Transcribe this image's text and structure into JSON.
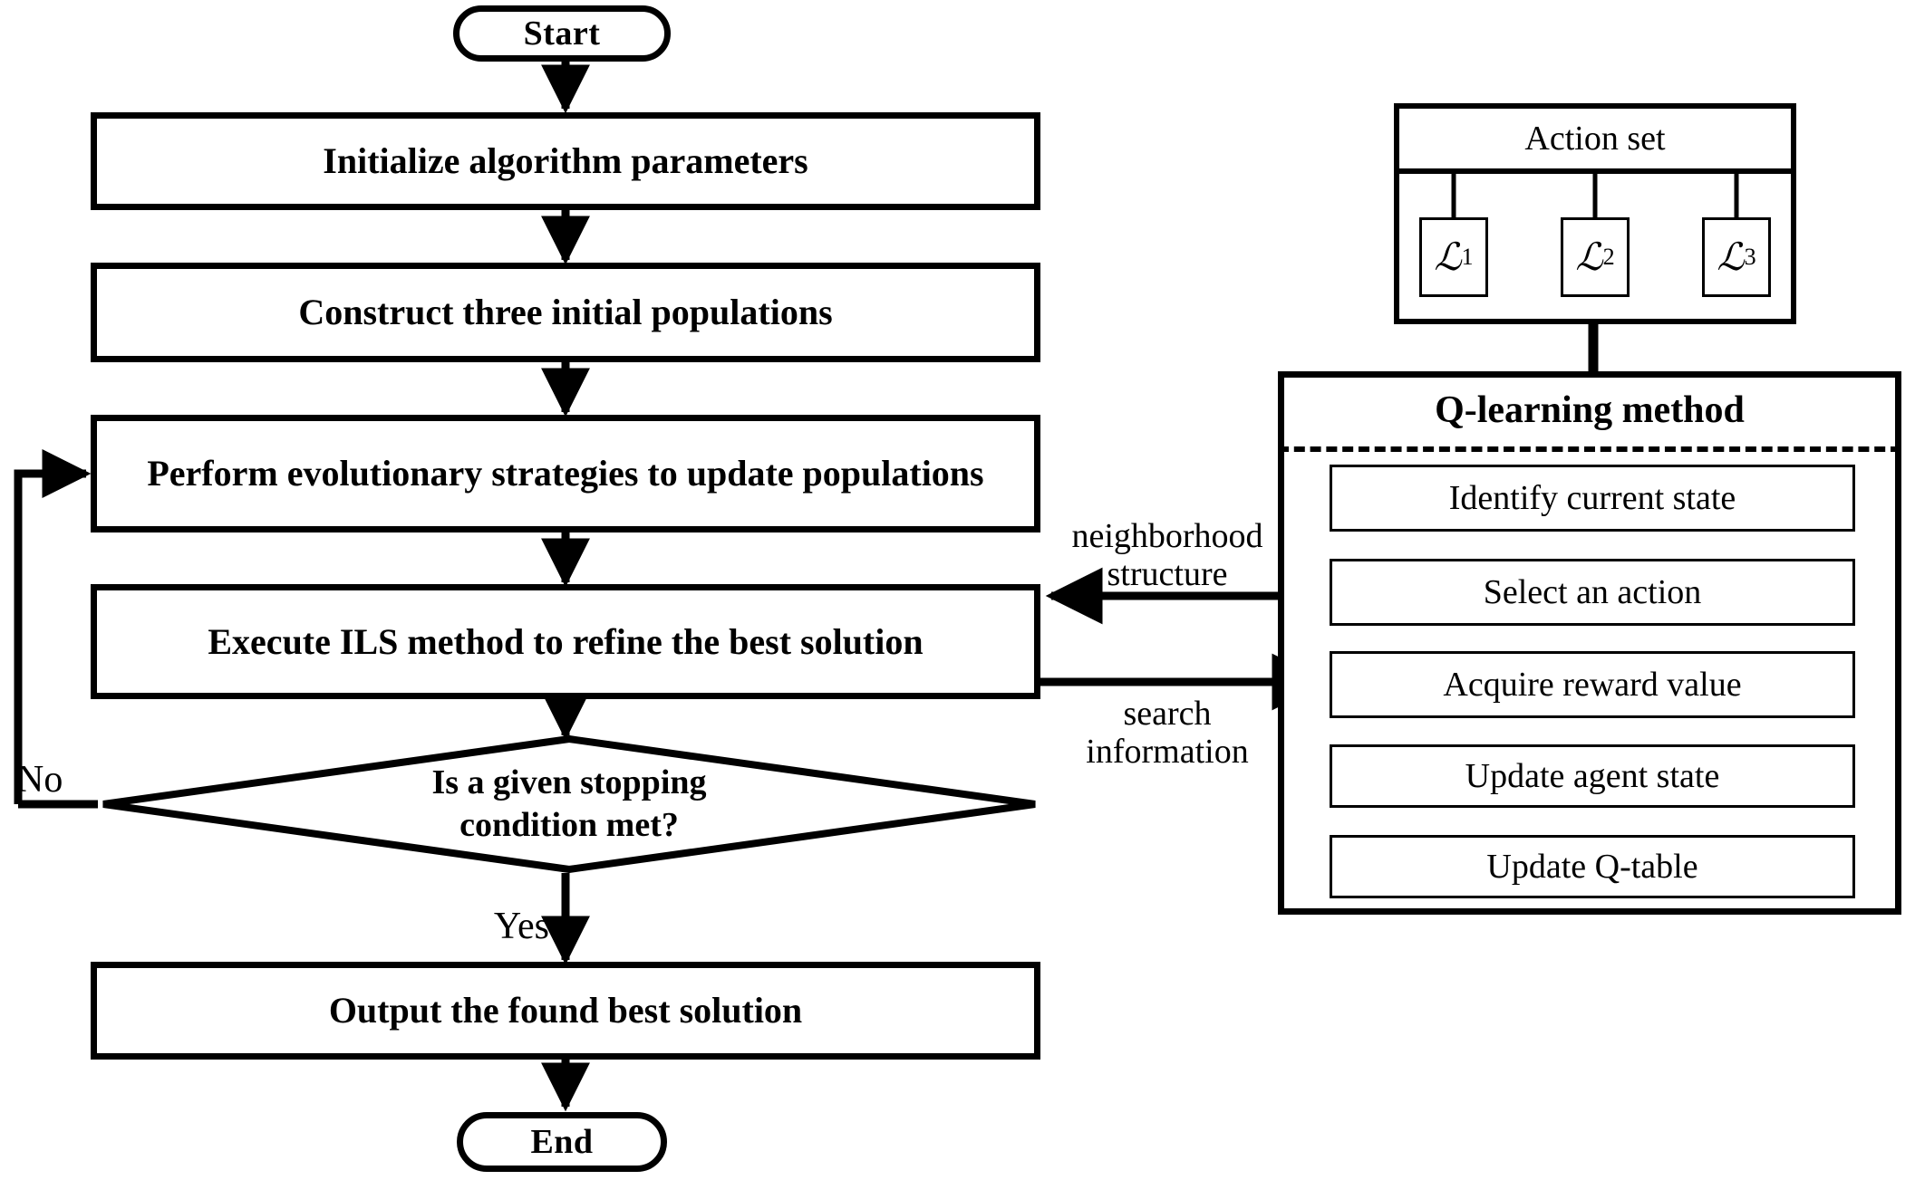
{
  "diagram": {
    "title": "Q-learning assisted evolutionary algorithm flowchart",
    "colors": {
      "line": "#000000",
      "background": "#ffffff",
      "box_fill": "#ffffff"
    }
  },
  "flow": {
    "start": "Start",
    "end": "End",
    "steps": [
      {
        "id": "init",
        "label": "Initialize algorithm parameters"
      },
      {
        "id": "construct",
        "label": "Construct three initial populations"
      },
      {
        "id": "evolve",
        "label": "Perform evolutionary strategies to update populations"
      },
      {
        "id": "ils",
        "label": "Execute ILS method to refine the best solution"
      },
      {
        "id": "output",
        "label": "Output the found best solution"
      }
    ],
    "decision": {
      "line1": "Is a given stopping",
      "line2": "condition met?",
      "no_label": "No",
      "yes_label": "Yes"
    }
  },
  "action_set": {
    "header": "Action set",
    "items": [
      {
        "symbol": "ℒ",
        "subscript": "1"
      },
      {
        "symbol": "ℒ",
        "subscript": "2"
      },
      {
        "symbol": "ℒ",
        "subscript": "3"
      }
    ]
  },
  "q_learning": {
    "title": "Q-learning method",
    "steps": [
      "Identify current state",
      "Select an action",
      "Acquire reward value",
      "Update agent state",
      "Update Q-table"
    ]
  },
  "connectors": {
    "neighborhood_line1": "neighborhood",
    "neighborhood_line2": "structure",
    "search_line1": "search",
    "search_line2": "information"
  }
}
